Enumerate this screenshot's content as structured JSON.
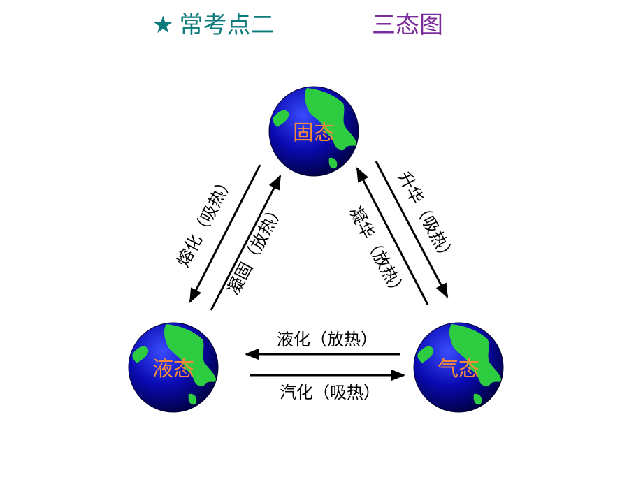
{
  "title": {
    "star": "★",
    "left": "常考点二",
    "right": "三态图"
  },
  "states": {
    "solid": "固态",
    "liquid": "液态",
    "gas": "气态"
  },
  "transitions": {
    "melting": "熔化（吸热）",
    "solidifying": "凝固（放热）",
    "desublimation": "凝华（放热）",
    "sublimation": "升华（吸热）",
    "liquefaction": "液化（放热）",
    "vaporization": "汽化（吸热）"
  },
  "colors": {
    "title_left": "#0b7b7b",
    "title_right": "#7a2d9a",
    "state_label": "#f58a3a",
    "ocean": "#0a0aa8",
    "land": "#2ecc40"
  }
}
